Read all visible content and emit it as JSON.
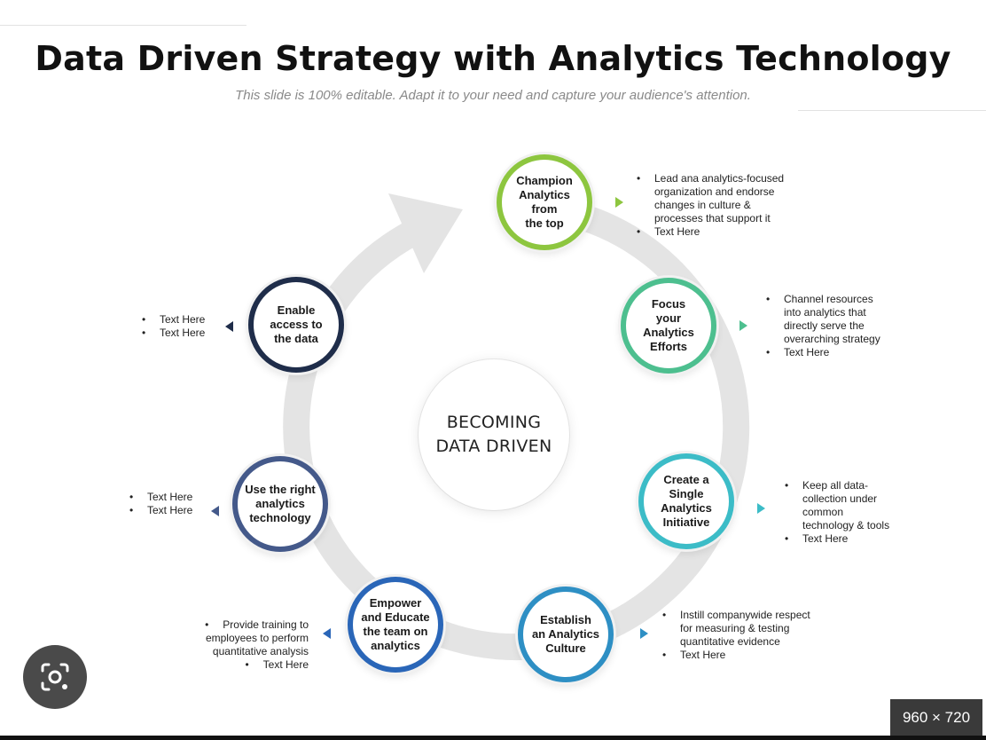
{
  "header": {
    "title": "Data Driven Strategy with Analytics Technology",
    "subtitle": "This slide is 100% editable. Adapt it to your need and capture your audience's attention."
  },
  "center": {
    "label": "BECOMING\nDATA DRIVEN"
  },
  "nodes": [
    {
      "label": "Champion\nAnalytics\nfrom\nthe top",
      "color": "#8dc63f"
    },
    {
      "label": "Focus\nyour\nAnalytics\nEfforts",
      "color": "#4dbf8f"
    },
    {
      "label": "Create a\nSingle\nAnalytics\nInitiative",
      "color": "#3cbcc7"
    },
    {
      "label": "Establish\nan Analytics\nCulture",
      "color": "#2e8fc4"
    },
    {
      "label": "Empower\nand Educate\nthe team on\nanalytics",
      "color": "#2a66b8"
    },
    {
      "label": "Use the right\nanalytics\ntechnology",
      "color": "#44598a"
    },
    {
      "label": "Enable\naccess to\nthe data",
      "color": "#1f2d4a"
    }
  ],
  "notes": [
    {
      "items": [
        "Lead ana analytics-focused\norganization and endorse\nchanges in culture &\nprocesses that support it",
        "Text Here"
      ]
    },
    {
      "items": [
        "Channel resources\ninto analytics that\ndirectly serve the\noverarching strategy",
        "Text Here"
      ]
    },
    {
      "items": [
        "Keep all data-\ncollection under\ncommon\ntechnology & tools",
        "Text Here"
      ]
    },
    {
      "items": [
        "Instill companywide respect\nfor measuring & testing\nquantitative evidence",
        "Text Here"
      ]
    },
    {
      "items": [
        "Provide training to\nemployees to perform\nquantitative analysis",
        "Text Here"
      ]
    },
    {
      "items": [
        "Text Here",
        "Text Here"
      ]
    },
    {
      "items": [
        "Text Here",
        "Text Here"
      ]
    }
  ],
  "overlay": {
    "search_lens_icon": "camera-lens-icon",
    "dimensions_badge": "960 × 720"
  }
}
